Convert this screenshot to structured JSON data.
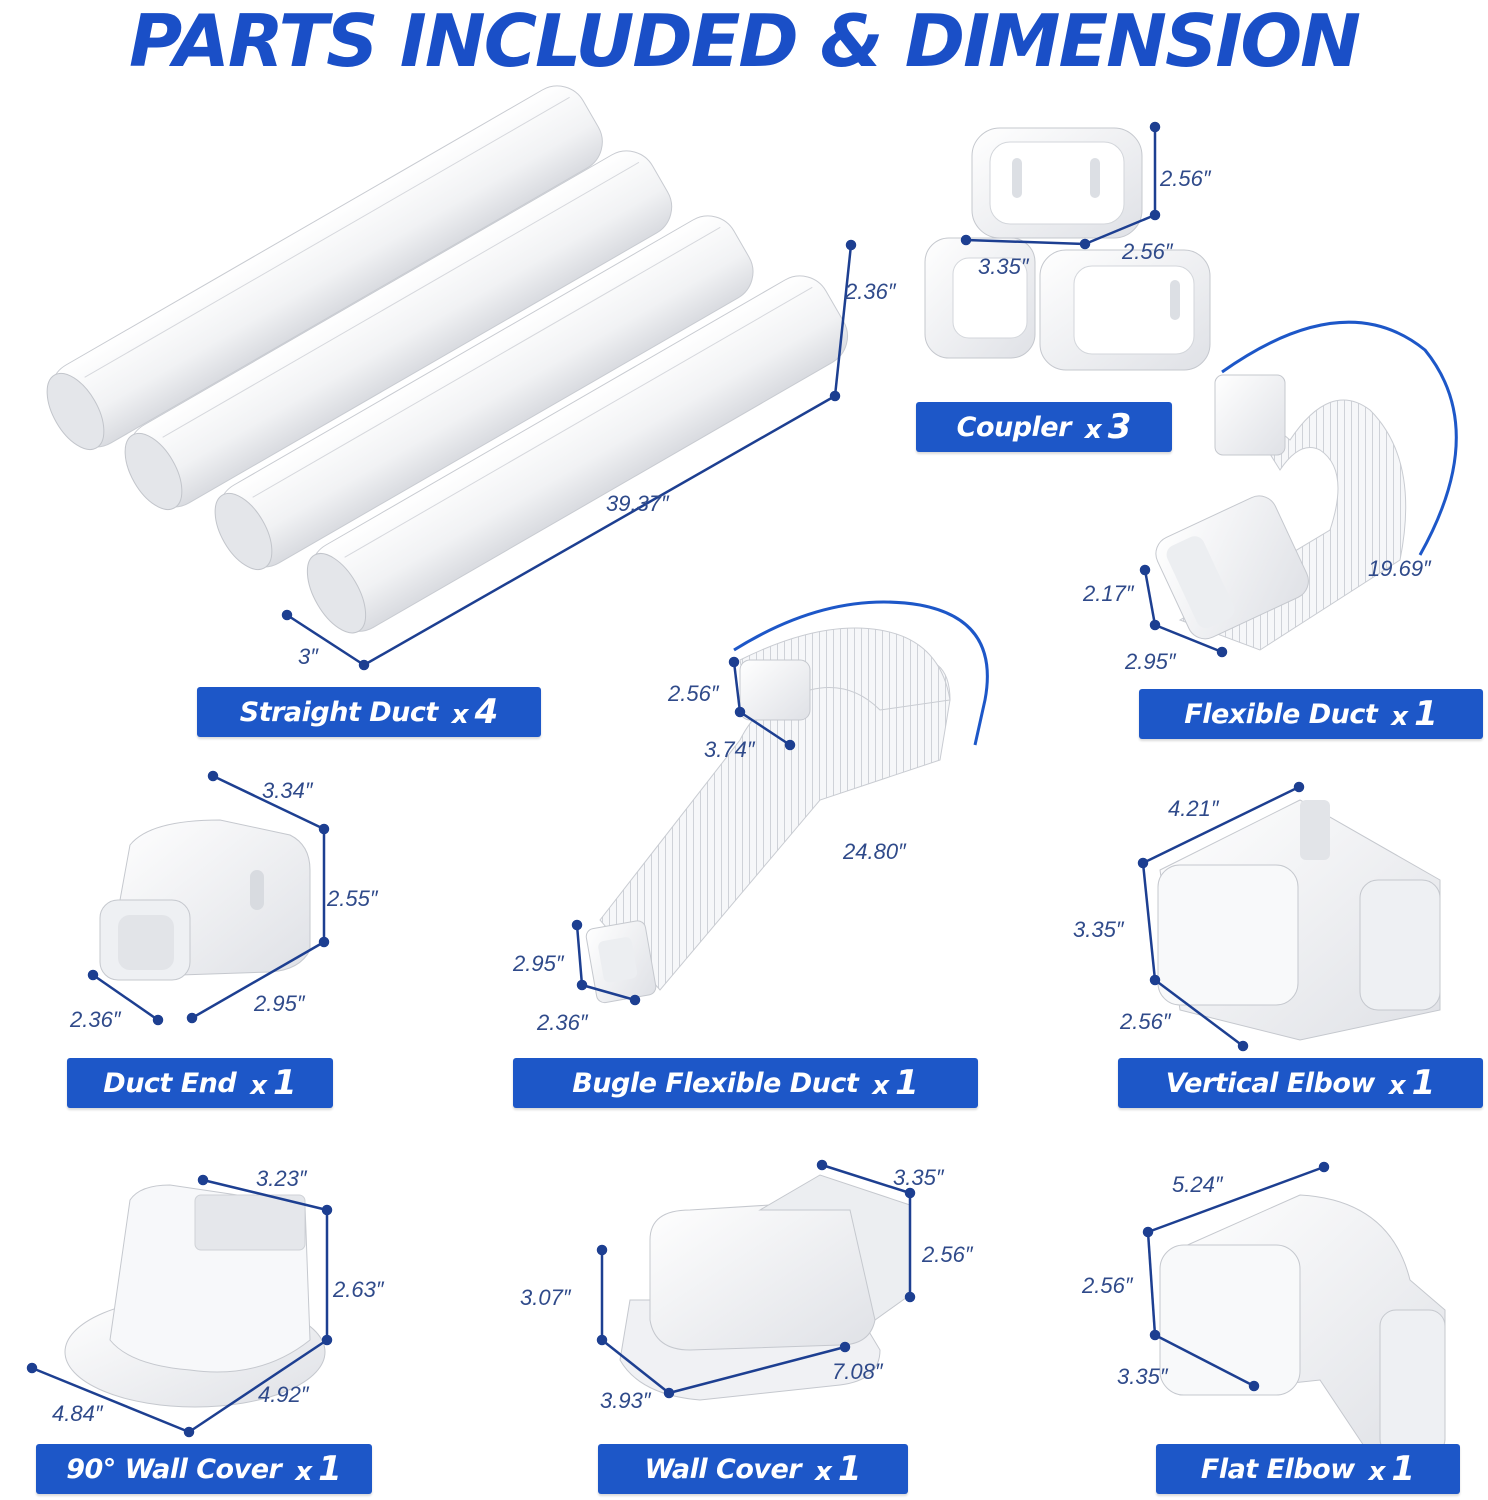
{
  "title": "PARTS INCLUDED & DIMENSION",
  "colors": {
    "accent": "#1d57c8",
    "title": "#1a4fc7",
    "dimension_line": "#1d3f91",
    "part": "#f4f5f7"
  },
  "parts": {
    "straight_duct": {
      "name": "Straight Duct",
      "qty_prefix": "x",
      "qty": "4",
      "dims": [
        "2.36″",
        "39.37″",
        "3″"
      ]
    },
    "coupler": {
      "name": "Coupler",
      "qty_prefix": "x",
      "qty": "3",
      "dims": [
        "2.56″",
        "3.35″",
        "2.56″"
      ]
    },
    "flexible_duct": {
      "name": "Flexible Duct",
      "qty_prefix": "x",
      "qty": "1",
      "dims": [
        "19.69″",
        "2.17″",
        "2.95″"
      ]
    },
    "duct_end": {
      "name": "Duct End",
      "qty_prefix": "x",
      "qty": "1",
      "dims": [
        "3.34″",
        "2.55″",
        "2.36″",
        "2.95″"
      ]
    },
    "bugle_flexible_duct": {
      "name": "Bugle Flexible Duct",
      "qty_prefix": "x",
      "qty": "1",
      "dims": [
        "2.56″",
        "3.74″",
        "24.80″",
        "2.95″",
        "2.36″"
      ]
    },
    "vertical_elbow": {
      "name": "Vertical Elbow",
      "qty_prefix": "x",
      "qty": "1",
      "dims": [
        "4.21″",
        "3.35″",
        "2.56″"
      ]
    },
    "wall_cover_90": {
      "name": "90° Wall Cover",
      "qty_prefix": "x",
      "qty": "1",
      "dims": [
        "3.23″",
        "2.63″",
        "4.84″",
        "4.92″"
      ]
    },
    "wall_cover": {
      "name": "Wall Cover",
      "qty_prefix": "x",
      "qty": "1",
      "dims": [
        "3.35″",
        "2.56″",
        "3.07″",
        "3.93″",
        "7.08″"
      ]
    },
    "flat_elbow": {
      "name": "Flat Elbow",
      "qty_prefix": "x",
      "qty": "1",
      "dims": [
        "5.24″",
        "2.56″",
        "3.35″"
      ]
    }
  }
}
